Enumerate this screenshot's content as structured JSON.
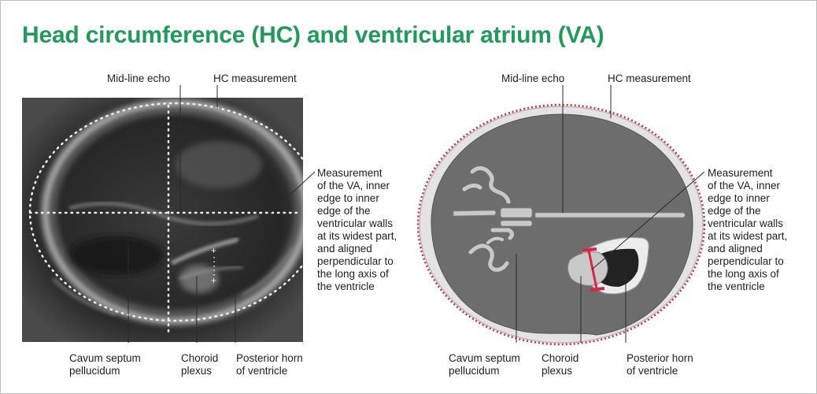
{
  "title": "Head circumference (HC) and ventricular atrium (VA)",
  "colors": {
    "title": "#1f9b5a",
    "hc_line": "#d6283a",
    "va_caliper": "#d6283a",
    "brain_fill": "#6d6d6d"
  },
  "left_panel": {
    "labels": {
      "midline": "Mid-line echo",
      "hc": "HC measurement",
      "va_lines": [
        "Measurement",
        "of the VA, inner",
        "edge to inner",
        "edge of the",
        "ventricular walls",
        "at its widest part,",
        "and aligned",
        "perpendicular to",
        "the long axis of",
        "the ventricle"
      ],
      "cavum": [
        "Cavum septum",
        "pellucidum"
      ],
      "choroid": [
        "Choroid",
        "plexus"
      ],
      "posterior": [
        "Posterior horn",
        "of ventricle"
      ]
    }
  },
  "right_panel": {
    "labels": {
      "midline": "Mid-line echo",
      "hc": "HC measurement",
      "va_lines": [
        "Measurement",
        "of the VA, inner",
        "edge to inner",
        "edge of the",
        "ventricular walls",
        "at its widest part,",
        "and aligned",
        "perpendicular to",
        "the long axis of",
        "the ventricle"
      ],
      "cavum": [
        "Cavum septum",
        "pellucidum"
      ],
      "choroid": [
        "Choroid",
        "plexus"
      ],
      "posterior": [
        "Posterior horn",
        "of ventricle"
      ]
    }
  }
}
